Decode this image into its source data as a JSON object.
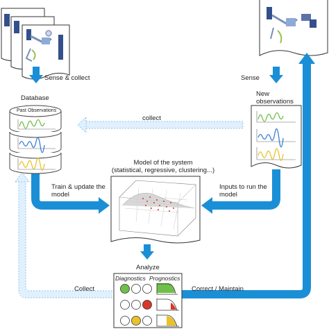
{
  "labels": {
    "sense_collect": "Sense & collect",
    "database": "Database",
    "past_observations": "Past Observations",
    "sense": "Sense",
    "new_observations": "New observations",
    "collect_top": "collect",
    "model_title": "Model of the system",
    "model_subtitle": "(statistical, regressive, clustering...)",
    "train_update": "Train & update the model",
    "inputs_to_run": "Inputs to run the model",
    "analyze": "Analyze",
    "diagnostics": "Diagnostics",
    "prognostics": "Prognostics",
    "collect_bottom": "Collect",
    "correct_maintain": "Correct / Maintain"
  },
  "colors": {
    "arrow_blue": "#1a8fd6",
    "arrow_light": "#dcefff",
    "green": "#6fbf4a",
    "blue": "#3a7fd0",
    "yellow": "#e8c22c",
    "red": "#d9362c"
  },
  "icons": {
    "machine": "robot-arm-machine-icon",
    "plot": "3d-surface-plot-icon",
    "status_lights": "traffic-light-icon"
  }
}
